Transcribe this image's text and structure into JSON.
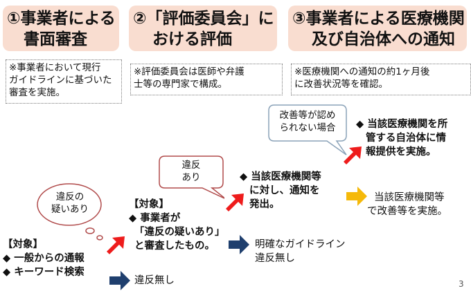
{
  "steps": [
    {
      "title_line1": "①事業者による",
      "title_line2": "書面審査",
      "note": "※事業者において現行ガイドラインに基づいた審査を実施。"
    },
    {
      "title_line1": "②「評価委員会」に",
      "title_line2": "おける評価",
      "note": "※評価委員会は医師や弁護士等の専門家で構成。"
    },
    {
      "title_line1": "③事業者による医療機関",
      "title_line2": "及び自治体への通知",
      "note": "※医療機関への通知の約1ヶ月後に改善状況等を確認。"
    }
  ],
  "notes_lines": {
    "n1": [
      "※事業者において現行",
      "ガイドラインに基づいた",
      "審査を実施。"
    ],
    "n2": [
      "※評価委員会は医師や弁護",
      "士等の専門家で構成。"
    ],
    "n3": [
      "※医療機関への通知の約1ヶ月後",
      "に改善状況等を確認。"
    ]
  },
  "target1": {
    "label": "【対象】",
    "items": [
      "◆ 一般からの通報",
      "◆ キーワード検索"
    ]
  },
  "no_violation1": "違反無し",
  "bubble_suspect": [
    "違反の",
    "疑いあり"
  ],
  "target2": {
    "label": "【対象】",
    "lines": [
      "◆ 事業者が",
      "「違反の疑いあり」",
      "と審査したもの。"
    ]
  },
  "no_violation2": [
    "明確なガイドライン",
    "違反無し"
  ],
  "bubble_violation": [
    "違反",
    "あり"
  ],
  "notify": [
    "◆ 当該医療機関等",
    "に対し、通知を",
    "発出。"
  ],
  "bubble_not_improved": [
    "改善等が認め",
    "られない場合"
  ],
  "inform": [
    "◆ 当該医療機関を所",
    "管する自治体に情",
    "報提供を実施。"
  ],
  "improved": [
    "当該医療機関等",
    "で改善等を実施。"
  ],
  "page_number": "3",
  "colors": {
    "red": "#ee1c1c",
    "blue": "#1f3f6e",
    "yellow": "#f5b90a",
    "header_bg": "#f9ddd0",
    "bubble_border": "#b04a4a"
  }
}
